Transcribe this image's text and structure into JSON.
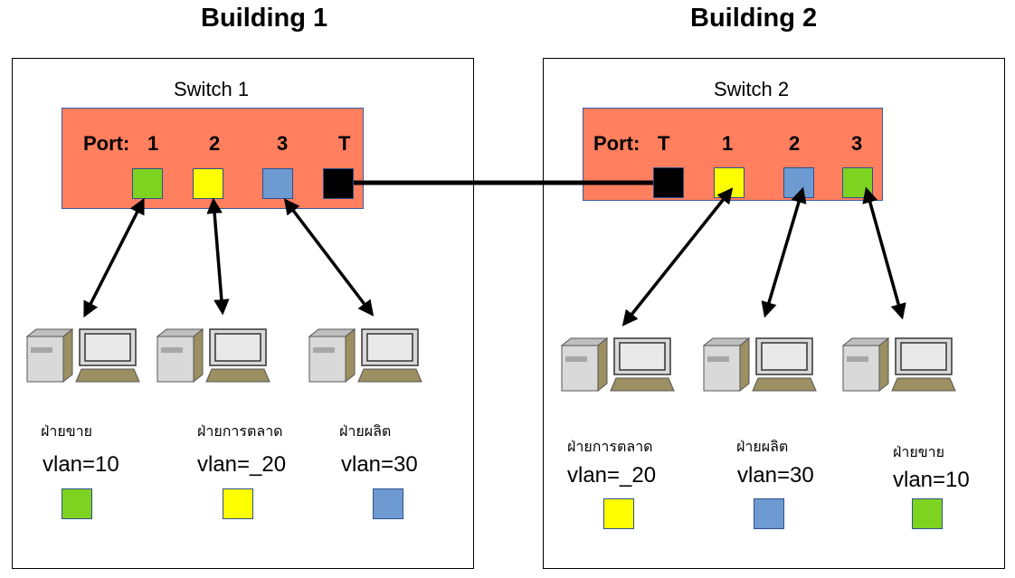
{
  "buildings": [
    {
      "title": "Building 1",
      "switch": {
        "name": "Switch 1",
        "port_label": "Port:",
        "ports": [
          {
            "label": "1",
            "color": "#7ed321"
          },
          {
            "label": "2",
            "color": "#ffff00"
          },
          {
            "label": "3",
            "color": "#6d9bd1"
          },
          {
            "label": "T",
            "color": "#000000"
          }
        ]
      },
      "departments": [
        {
          "name": "ฝ่ายขาย",
          "vlan": "vlan=10",
          "color": "#7ed321"
        },
        {
          "name": "ฝ่ายการตลาด",
          "vlan": "vlan=_20",
          "color": "#ffff00"
        },
        {
          "name": "ฝ่ายผลิต",
          "vlan": "vlan=30",
          "color": "#6d9bd1"
        }
      ]
    },
    {
      "title": "Building 2",
      "switch": {
        "name": "Switch 2",
        "port_label": "Port:",
        "ports": [
          {
            "label": "T",
            "color": "#000000"
          },
          {
            "label": "1",
            "color": "#ffff00"
          },
          {
            "label": "2",
            "color": "#6d9bd1"
          },
          {
            "label": "3",
            "color": "#7ed321"
          }
        ]
      },
      "departments": [
        {
          "name": "ฝ่ายการตลาด",
          "vlan": "vlan=_20",
          "color": "#ffff00"
        },
        {
          "name": "ฝ่ายผลิต",
          "vlan": "vlan=30",
          "color": "#6d9bd1"
        },
        {
          "name": "ฝ่ายขาย",
          "vlan": "vlan=10",
          "color": "#7ed321"
        }
      ]
    }
  ],
  "colors": {
    "switch_fill": "#ff7f5e",
    "trunk_link": "#000000",
    "pc_body": "#d9d9d9",
    "pc_base": "#9c8f62"
  },
  "icons": [
    "computer-icon",
    "monitor-icon",
    "tower-icon"
  ]
}
